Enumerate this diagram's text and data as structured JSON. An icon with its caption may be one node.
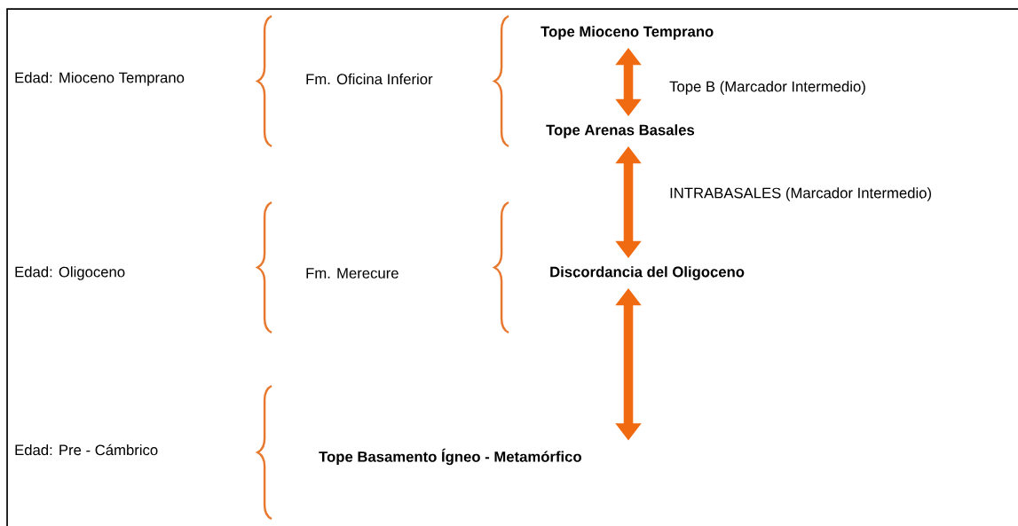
{
  "diagram": {
    "nodes": [
      {
        "text": [
          "Tope Mioceno Temprano"
        ]
      },
      {
        "text": [
          "Tope Arenas Basales"
        ]
      },
      {
        "text": [
          "Discordancia del Oligoceno"
        ]
      },
      {
        "text": [
          "Tope Basamento Ígneo - Metamórfico"
        ]
      }
    ],
    "edges": [
      {
        "from": 0,
        "to": 1,
        "arrow": "both",
        "label": "Tope B (Marcador Intermedio)"
      },
      {
        "from": 1,
        "to": 2,
        "arrow": "both",
        "label": "INTRABASALES (Marcador Intermedio)"
      },
      {
        "from": 2,
        "to": 3,
        "arrow": "both"
      }
    ],
    "labels": [
      "Edad: Mioceno Temprano",
      "Fm. Oficina Inferior",
      "Edad: Oligoceno",
      "Fm. Merecure",
      "Edad: Pre - Cámbrico"
    ]
  }
}
